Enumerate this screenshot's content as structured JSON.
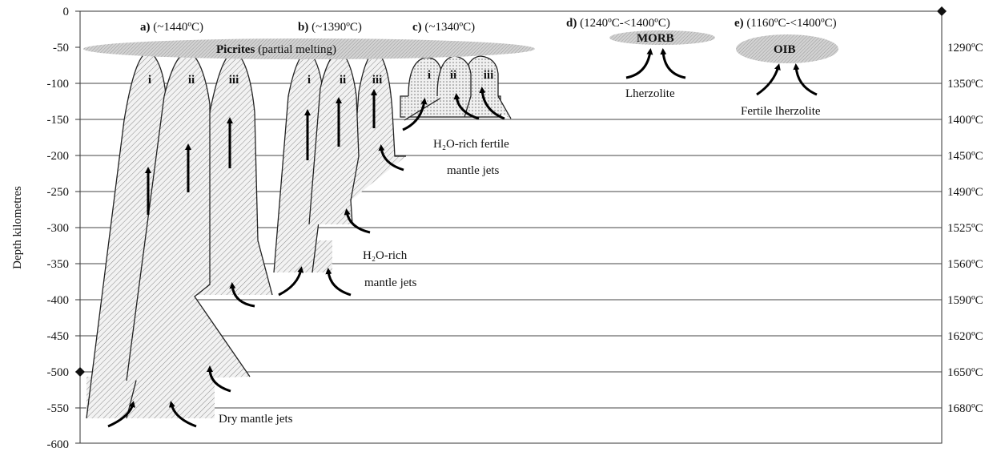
{
  "y_axis": {
    "label": "Depth kilometres",
    "ticks": [
      "0",
      "-50",
      "-100",
      "-150",
      "-200",
      "-250",
      "-300",
      "-350",
      "-400",
      "-450",
      "-500",
      "-550",
      "-600"
    ]
  },
  "temperature_labels": [
    "1290ºC",
    "1350ºC",
    "1400ºC",
    "1450ºC",
    "1490ºC",
    "1525ºC",
    "1560ºC",
    "1590ºC",
    "1620ºC",
    "1650ºC",
    "1680ºC"
  ],
  "panels": {
    "a": {
      "letter": "a)",
      "temp": "(~1440ºC)"
    },
    "b": {
      "letter": "b)",
      "temp": "(~1390ºC)"
    },
    "c": {
      "letter": "c)",
      "temp": "(~1340ºC)"
    },
    "d": {
      "letter": "d)",
      "temp": "(1240ºC-<1400ºC)"
    },
    "e": {
      "letter": "e)",
      "temp": "(1160ºC-<1400ºC)"
    }
  },
  "labels": {
    "picrites_bold": "Picrites",
    "picrites_rest": "(partial melting)",
    "morb": "MORB",
    "oib": "OIB",
    "lherzolite": "Lherzolite",
    "fertile_lherzolite": "Fertile lherzolite",
    "h2o_fertile_line1": "H₂O-rich fertile",
    "h2o_fertile_line2": "mantle jets",
    "h2o_line1": "H₂O-rich",
    "h2o_line2": "mantle jets",
    "dry_jets": "Dry mantle jets"
  },
  "roman_numerals": [
    "i",
    "ii",
    "iii"
  ]
}
